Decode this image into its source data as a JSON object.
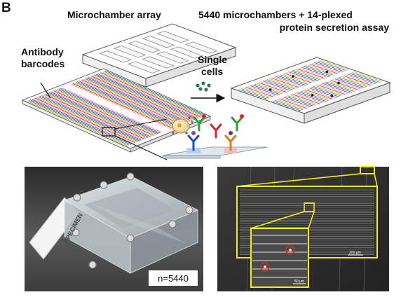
{
  "panel": {
    "letter": "B"
  },
  "labels": {
    "microchamber_array": "Microchamber array",
    "assay_line1": "5440 microchambers + 14-plexed",
    "assay_line2": "protein secretion assay",
    "antibody_line1": "Antibody",
    "antibody_line2": "barcodes",
    "single_line1": "Single",
    "single_line2": "cells"
  },
  "photo": {
    "specimen_text": "SPECIMEN",
    "count_label": "n=5440"
  },
  "micrograph": {
    "scale_bar_1": "200 µm",
    "scale_bar_2": "50 µm"
  },
  "colors": {
    "barcode_colors": [
      "#7b3f9e",
      "#2a56c6",
      "#33a02c",
      "#e6a520",
      "#d62728",
      "#f08fb4"
    ],
    "highlight_yellow": "#f2ec1a",
    "circle_red": "#e0261b",
    "cell_green": "#2f7d4f"
  },
  "icons": [
    "antibody-y-icon",
    "cell-icon",
    "arrow-icon"
  ]
}
